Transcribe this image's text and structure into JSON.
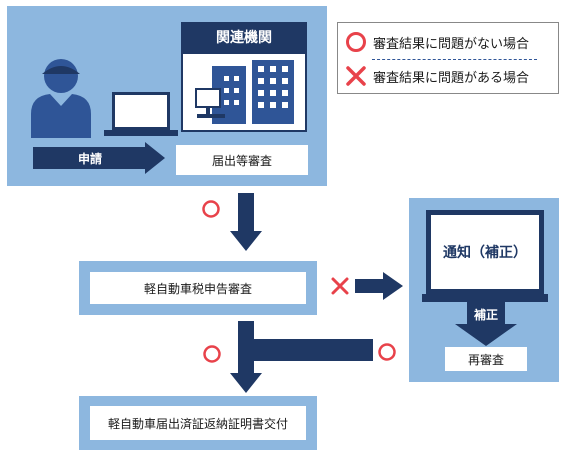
{
  "legend": {
    "ok_label": "審査結果に問題がない場合",
    "ng_label": "審査結果に問題がある場合"
  },
  "top_panel": {
    "agency_title": "関連機関",
    "apply_label": "申請",
    "review_label": "届出等審査"
  },
  "middle": {
    "tax_review_label": "軽自動車税申告審査"
  },
  "notify_panel": {
    "notify_title": "通知（補正）",
    "correction_label": "補正",
    "re_review_label": "再審査"
  },
  "bottom": {
    "issue_label": "軽自動車届出済証返納証明書交付"
  },
  "colors": {
    "panel_blue": "#8db7df",
    "navy": "#1f3864",
    "ok_red": "#e8424a",
    "ng_red": "#e8424a",
    "user_blue": "#2f5597"
  },
  "icons": [
    "person-icon",
    "laptop-icon",
    "building-icon",
    "computer-icon",
    "monitor-icon",
    "circle-ok-icon",
    "cross-ng-icon",
    "arrow-icon"
  ]
}
